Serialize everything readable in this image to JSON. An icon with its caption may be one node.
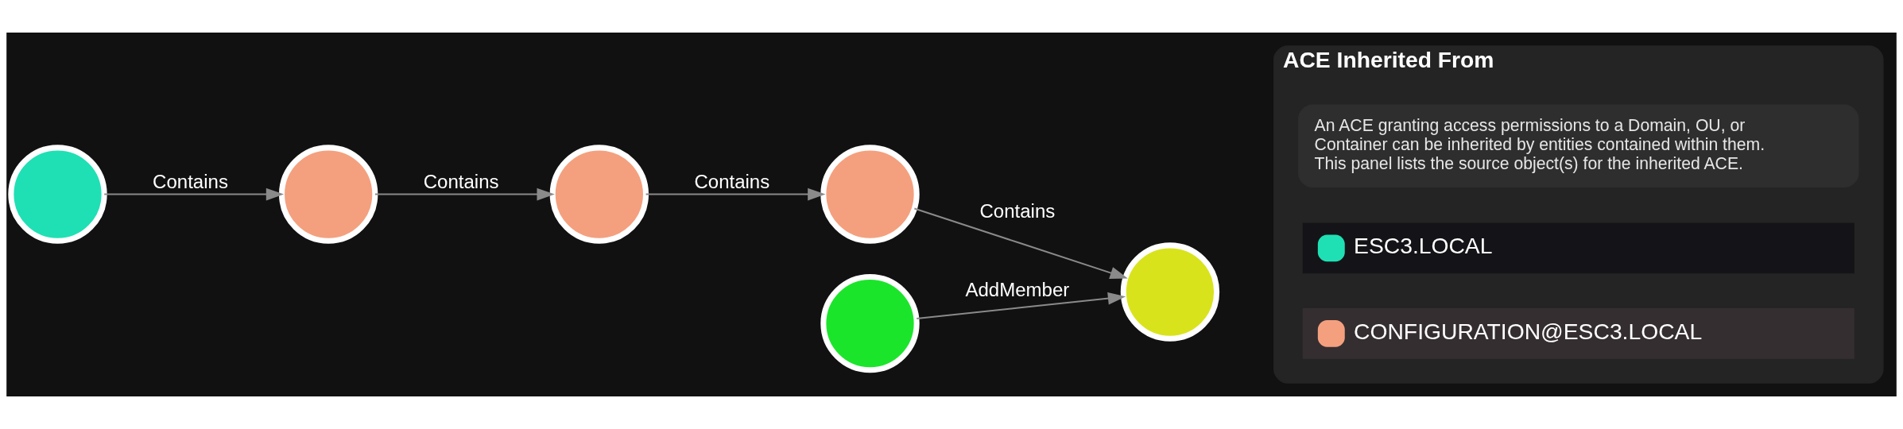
{
  "diagram": {
    "nodes": [
      {
        "text": [],
        "shape": "circle"
      },
      {
        "text": [],
        "shape": "circle"
      },
      {
        "text": [],
        "shape": "circle"
      },
      {
        "text": [],
        "shape": "circle"
      },
      {
        "text": [],
        "shape": "circle"
      },
      {
        "text": [],
        "shape": "circle"
      },
      {
        "text": [
          "ACE Inherited From"
        ]
      },
      {
        "text": [
          "An ACE granting access permissions to a Domain, OU, or Container can be inherited by entities contained within them. This panel lists the source object(s) for the inherited ACE."
        ],
        "in": 6
      },
      {
        "text": [
          "ESC3.LOCAL"
        ],
        "in": 6
      },
      {
        "text": [
          "CONFIGURATION@ESC3.LOCAL"
        ],
        "in": 6
      }
    ],
    "edges": [
      {
        "from": 0,
        "to": 1,
        "arrow": "to",
        "label": "Contains"
      },
      {
        "from": 1,
        "to": 2,
        "arrow": "to",
        "label": "Contains"
      },
      {
        "from": 2,
        "to": 3,
        "arrow": "to",
        "label": "Contains"
      },
      {
        "from": 3,
        "to": 4,
        "arrow": "to",
        "label": "Contains"
      },
      {
        "from": 5,
        "to": 4,
        "arrow": "to",
        "label": "AddMember"
      }
    ]
  }
}
